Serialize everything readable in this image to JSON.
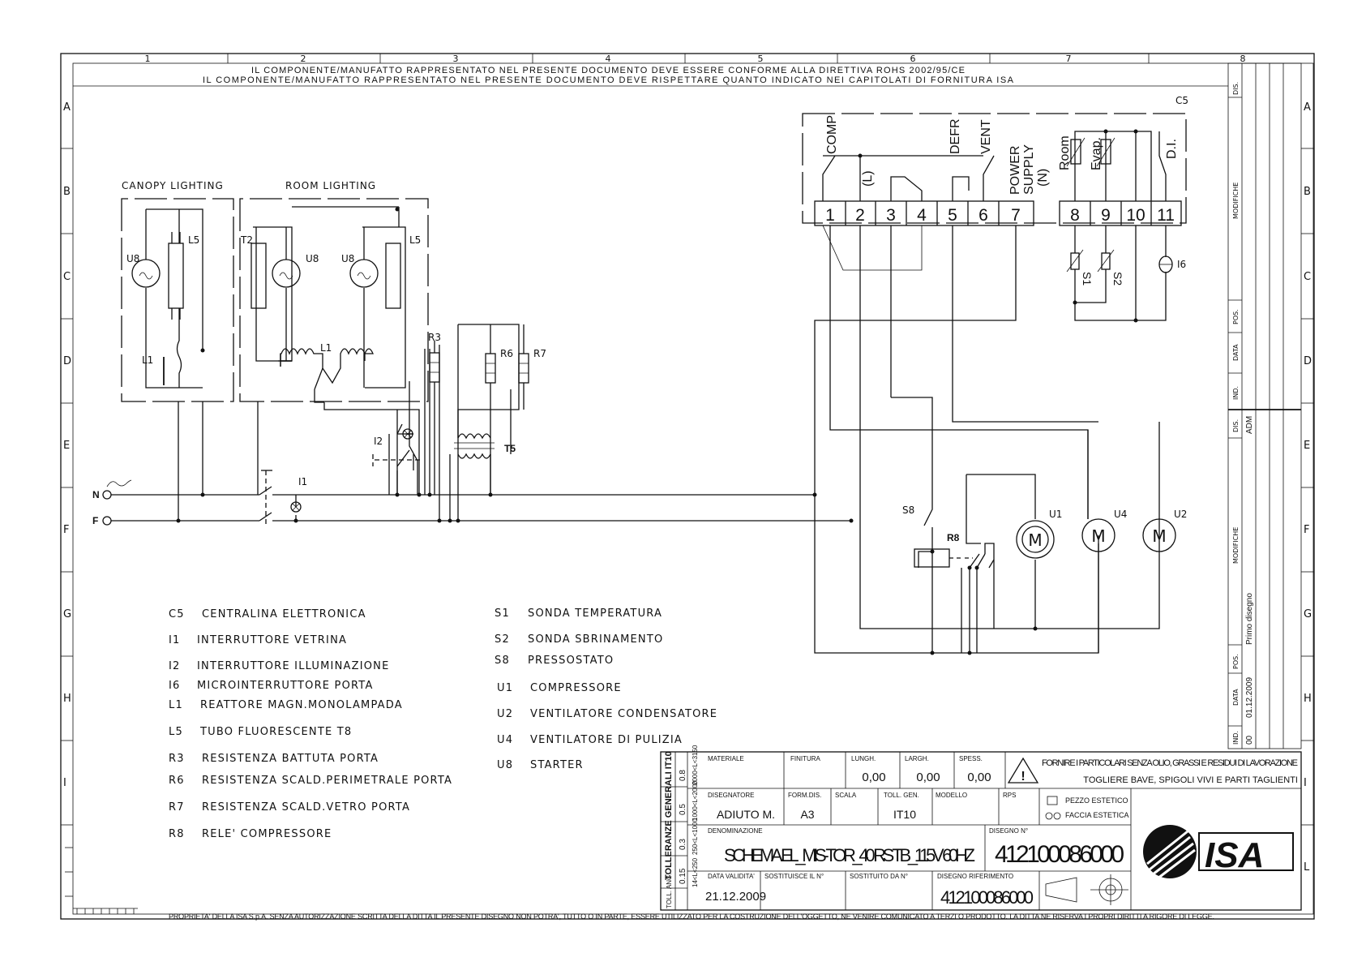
{
  "frame": {
    "col_numbers": [
      "1",
      "2",
      "3",
      "4",
      "5",
      "6",
      "7",
      "8"
    ],
    "row_letters": [
      "A",
      "B",
      "C",
      "D",
      "E",
      "F",
      "G",
      "H",
      "I",
      "L"
    ],
    "header_line_1": "IL COMPONENTE/MANUFATTO RAPPRESENTATO NEL PRESENTE DOCUMENTO DEVE ESSERE CONFORME ALLA DIRETTIVA ROHS 2002/95/CE",
    "header_line_2": "IL COMPONENTE/MANUFATTO RAPPRESENTATO NEL PRESENTE DOCUMENTO DEVE RISPETTARE QUANTO INDICATO NEI  CAPITOLATI DI FORNITURA ISA",
    "footer": "PROPRIETA' DELLA ISA S.p.A. SENZA AUTORIZZAZIONE SCRITTA DELLA DITTA IL PRESENTE DISEGNO NON POTRA', TUTTO O IN PARTE, ESSERE UTILIZZATO PER LA COSTRUZIONE DELL'OGGETTO, NE VENIRE COMUNICATO A TERZI O PRODOTTO. LA DITTA NE RISERVA I PROPRI DIRITTI A RIGORE DI LEGGE."
  },
  "revision_block": {
    "dis": "DIS.",
    "modifiche": "MODIFICHE",
    "pos": "POS.",
    "data": "DATA",
    "ind": "IND.",
    "dis_value": "ADM",
    "modifiche_value": "Primo disegno",
    "data_value": "01.12.2009",
    "ind_value": "00"
  },
  "circuit": {
    "canopy_lighting": "CANOPY LIGHTING",
    "room_lighting": "ROOM LIGHTING",
    "controller": "C5",
    "terminals": [
      "1",
      "2",
      "3",
      "4",
      "5",
      "6",
      "7",
      "8",
      "9",
      "10",
      "11"
    ],
    "terminal_labels": {
      "comp": "COMP",
      "l": "(L)",
      "defr": "DEFR",
      "vent": "VENT",
      "power": "POWER",
      "supply": "SUPPLY",
      "n": "(N)",
      "room": "Room",
      "evap": "Evap.",
      "di": "D.I."
    },
    "components": {
      "u8": "U8",
      "l5": "L5",
      "t2": "T2",
      "l1": "L1",
      "r3": "R3",
      "r6": "R6",
      "r7": "R7",
      "t5": "T5",
      "i2": "I2",
      "i1": "I1",
      "n": "N",
      "f": "F",
      "s8": "S8",
      "r8": "R8",
      "u1": "U1",
      "u4": "U4",
      "u2": "U2",
      "s1": "S1",
      "s2": "S2",
      "i6": "I6",
      "m": "M"
    }
  },
  "legend_left": [
    {
      "code": "C5",
      "desc": "CENTRALINA ELETTRONICA"
    },
    {
      "code": "I1",
      "desc": "INTERRUTTORE VETRINA"
    },
    {
      "code": "I2",
      "desc": "INTERRUTTORE ILLUMINAZIONE"
    },
    {
      "code": "I6",
      "desc": "MICROINTERRUTTORE PORTA"
    },
    {
      "code": "L1",
      "desc": "REATTORE MAGN.MONOLAMPADA"
    },
    {
      "code": "L5",
      "desc": "TUBO FLUORESCENTE T8"
    },
    {
      "code": "R3",
      "desc": "RESISTENZA BATTUTA PORTA"
    },
    {
      "code": "R6",
      "desc": "RESISTENZA SCALD.PERIMETRALE PORTA"
    },
    {
      "code": "R7",
      "desc": "RESISTENZA SCALD.VETRO PORTA"
    },
    {
      "code": "R8",
      "desc": "RELE' COMPRESSORE"
    }
  ],
  "legend_right": [
    {
      "code": "S1",
      "desc": "SONDA TEMPERATURA"
    },
    {
      "code": "S2",
      "desc": "SONDA SBRINAMENTO"
    },
    {
      "code": "S8",
      "desc": "PRESSOSTATO"
    },
    {
      "code": "U1",
      "desc": "COMPRESSORE"
    },
    {
      "code": "U2",
      "desc": "VENTILATORE CONDENSATORE"
    },
    {
      "code": "U4",
      "desc": "VENTILATORE DI PULIZIA"
    },
    {
      "code": "U8",
      "desc": "STARTER"
    }
  ],
  "title_block": {
    "tolleranze": "TOLLERANZE GENERALI IT10",
    "tol_vals": [
      "0.8",
      "0.5",
      "0.3",
      "0.15"
    ],
    "tol_ranges": [
      "2000<L<3150",
      "1000<L<2000",
      "250<L<1000",
      "14<L<250"
    ],
    "toll_ang": "TOLL. ANG.",
    "materiale": "MATERIALE",
    "finitura": "FINITURA",
    "lungh": "LUNGH.",
    "largh": "LARGH.",
    "spess": "SPESS.",
    "lungh_val": "0,00",
    "largh_val": "0,00",
    "spess_val": "0,00",
    "warning_1": "FORNIRE I PARTICOLARI SENZA OLIO, GRASSI E RESIDUI DI LAVORAZIONE",
    "warning_2": "TOGLIERE BAVE, SPIGOLI VIVI E PARTI TAGLIENTI",
    "disegnatore": "DISEGNATORE",
    "disegnatore_val": "ADIUTO M.",
    "form_dis": "FORM.DIS.",
    "form_dis_val": "A3",
    "scala": "SCALA",
    "toll_gen": "TOLL. GEN.",
    "toll_gen_val": "IT10",
    "modello": "MODELLO",
    "rps": "RPS",
    "pezzo_estetico": "PEZZO ESTETICO",
    "faccia_estetica": "FACCIA ESTETICA",
    "denominazione": "DENOMINAZIONE",
    "denominazione_val": "SCHEMA.EL_MIS-TOR_40 RS TB_115V 60HZ",
    "disegno_n": "DISEGNO N°",
    "disegno_n_val": "412100086000",
    "data_validita": "DATA VALIDITA'",
    "data_validita_val": "21.12.2009",
    "sostituisce": "SOSTITUISCE IL N°",
    "sostituito": "SOSTITUITO DA N°",
    "disegno_rif": "DISEGNO RIFERIMENTO",
    "disegno_rif_val": "412100086000",
    "logo": "ISA"
  }
}
